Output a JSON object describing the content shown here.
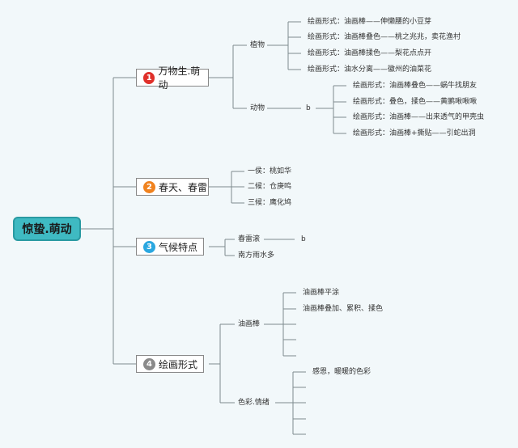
{
  "root": "惊蛰.萌动",
  "branches": [
    {
      "num": "1",
      "num_color": "#e0302a",
      "label": "万物生.萌动"
    },
    {
      "num": "2",
      "num_color": "#f0821e",
      "label": "春天、春雷"
    },
    {
      "num": "3",
      "num_color": "#2aa7e0",
      "label": "气候特点"
    },
    {
      "num": "4",
      "num_color": "#8a8a8a",
      "label": "绘画形式"
    }
  ],
  "b1": {
    "plants": "植物",
    "plant_items": [
      "绘画形式：油画棒——伸懒腰的小豆芽",
      "绘画形式：油画棒叠色——桃之兆兆，卖花渔村",
      "绘画形式：油画棒揉色——梨花点点开",
      "绘画形式：油水分离——徽州的油菜花"
    ],
    "animals": "动物",
    "animal_b": "b",
    "animal_items": [
      "绘画形式：油画棒叠色——蜗牛找朋友",
      "绘画形式：叠色，揉色——黄鹂啾啾啾",
      "绘画形式：油画棒——出来透气的甲壳虫",
      "绘画形式：油画棒+撕贴——引蛇出洞"
    ]
  },
  "b2": {
    "items": [
      "一侯：桃如华",
      "二候：仓庚鸣",
      "三候：鹰化鸠"
    ]
  },
  "b3": {
    "items": [
      "春雷滚",
      "南方雨水多"
    ],
    "b": "b"
  },
  "b4": {
    "oil": "油画棒",
    "oil_items": [
      "油画棒平涂",
      "油画棒叠加、累积、揉色"
    ],
    "color": "色彩.情绪",
    "color_items": [
      "感恩，暖暖的色彩"
    ]
  }
}
